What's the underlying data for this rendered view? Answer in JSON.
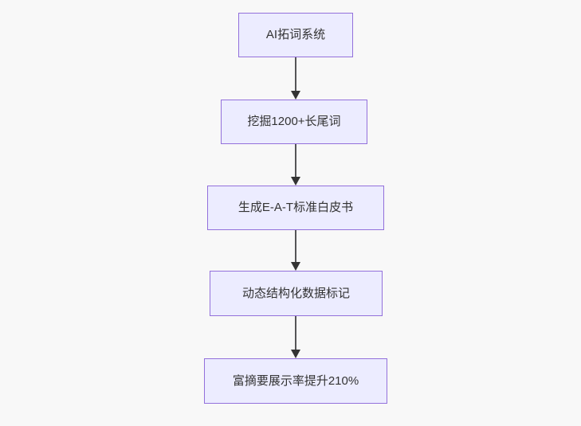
{
  "diagram": {
    "type": "flowchart",
    "direction": "top-down",
    "nodes": [
      {
        "id": "step1",
        "label": "AI拓词系统"
      },
      {
        "id": "step2",
        "label": "挖掘1200+长尾词"
      },
      {
        "id": "step3",
        "label": "生成E-A-T标准白皮书"
      },
      {
        "id": "step4",
        "label": "动态结构化数据标记"
      },
      {
        "id": "step5",
        "label": "富摘要展示率提升210%"
      }
    ],
    "edges": [
      {
        "from": "step1",
        "to": "step2"
      },
      {
        "from": "step2",
        "to": "step3"
      },
      {
        "from": "step3",
        "to": "step4"
      },
      {
        "from": "step4",
        "to": "step5"
      }
    ],
    "colors": {
      "node_fill": "#ececff",
      "node_border": "#9370db",
      "arrow_line": "#555557",
      "arrow_head": "#333333",
      "text": "#333333",
      "background": "#f8f8f8"
    }
  }
}
